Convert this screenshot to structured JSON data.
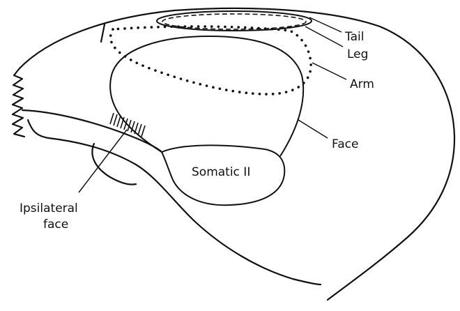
{
  "labels": {
    "tail": "Tail",
    "leg": "Leg",
    "arm": "Arm",
    "face": "Face",
    "somatic_ii": "Somatic II",
    "ipsilateral_face_line1": "Ipsilateral",
    "ipsilateral_face_line2": "face"
  },
  "colors": {
    "ink": "#111111",
    "background": "#ffffff"
  }
}
